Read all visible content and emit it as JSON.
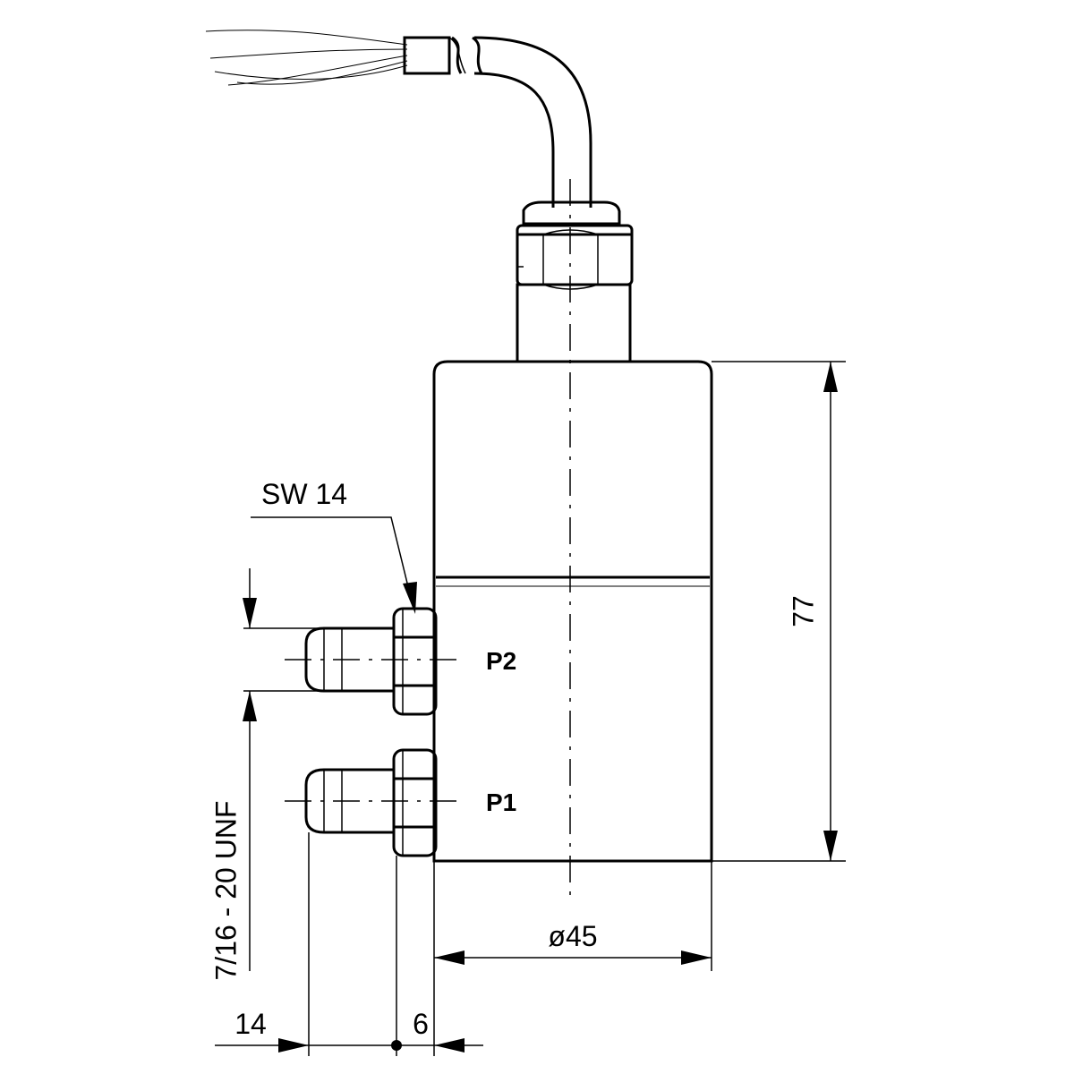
{
  "labels": {
    "wrench_size": "SW 14",
    "port_p2": "P2",
    "port_p1": "P1",
    "height_dim": "77",
    "diameter_dim": "ø45",
    "thread_spec": "7/16 - 20 UNF",
    "fitting_length_dim": "14",
    "nut_width_dim": "6"
  }
}
